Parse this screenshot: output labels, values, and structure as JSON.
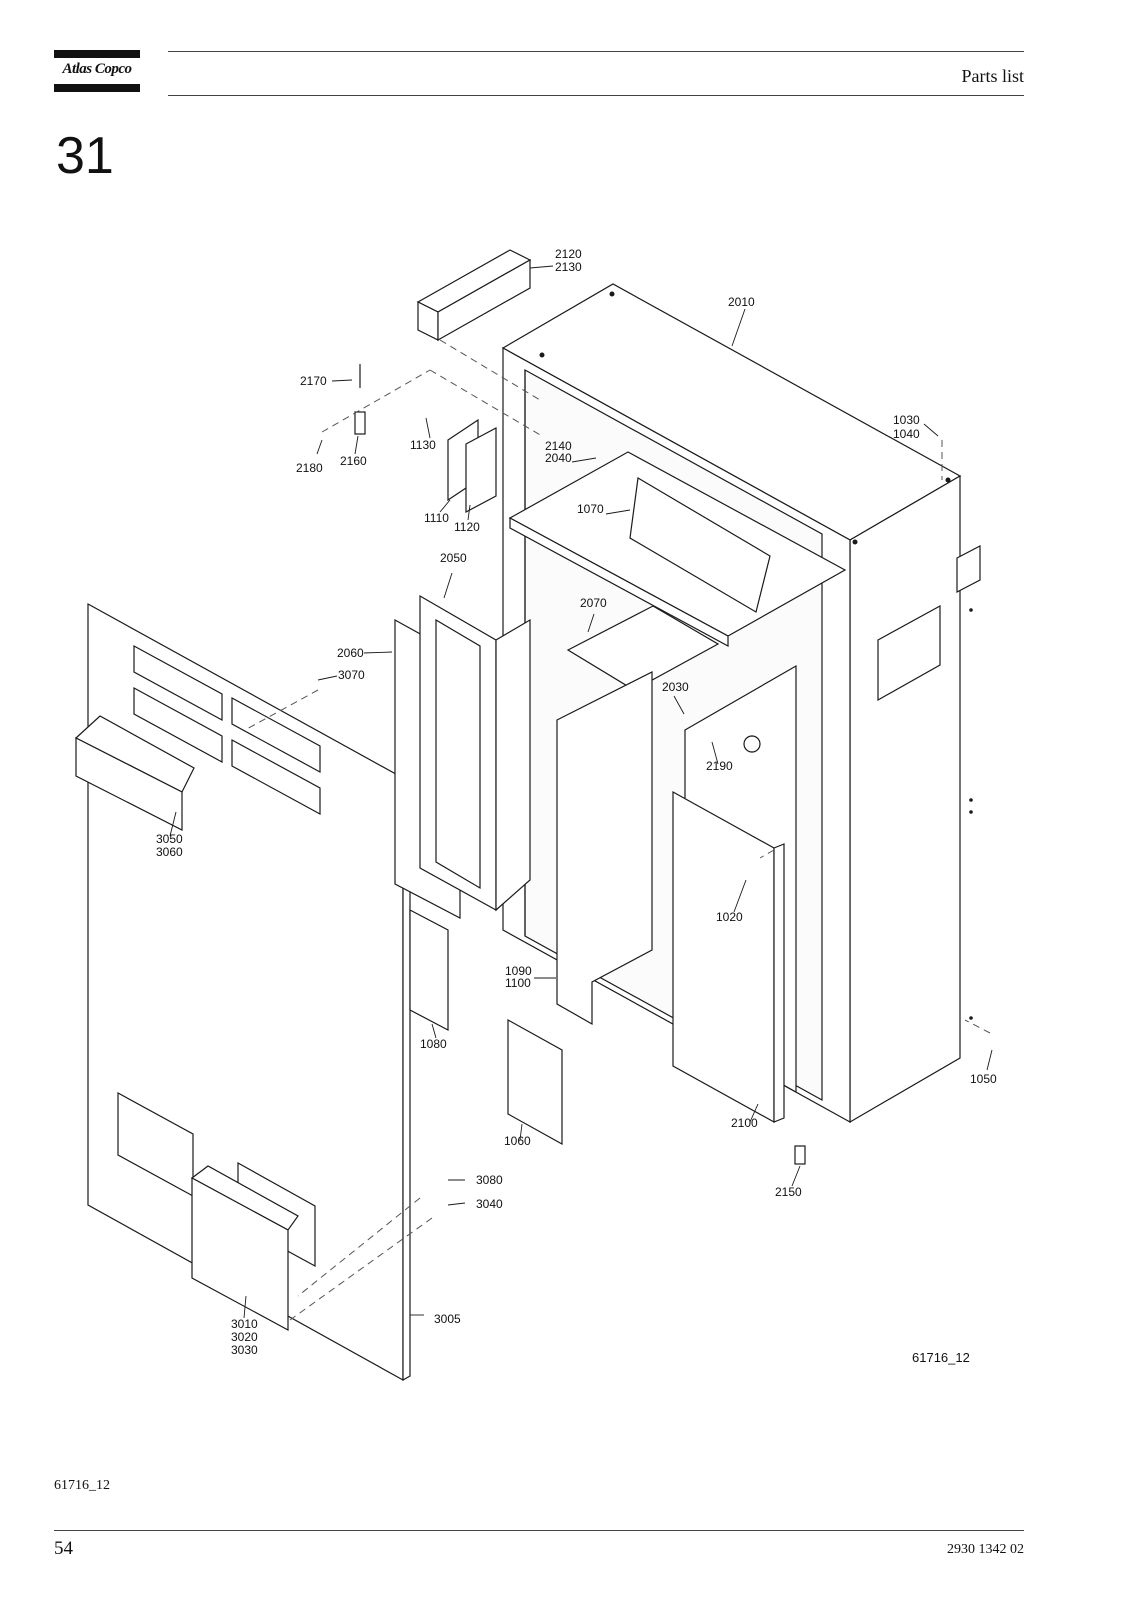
{
  "header": {
    "brand": "Atlas Copco",
    "section_title": "Parts list"
  },
  "chapter_number": "31",
  "figure": {
    "drawing_id": "61716_12",
    "callouts": [
      {
        "id": "c2120",
        "text": "2120\n2130"
      },
      {
        "id": "c2010",
        "text": "2010"
      },
      {
        "id": "c2170",
        "text": "2170"
      },
      {
        "id": "c2180",
        "text": "2180"
      },
      {
        "id": "c2160",
        "text": "2160"
      },
      {
        "id": "c1130",
        "text": "1130"
      },
      {
        "id": "c1110",
        "text": "1110"
      },
      {
        "id": "c1120",
        "text": "1120"
      },
      {
        "id": "c2140",
        "text": "2140\n2040"
      },
      {
        "id": "c1030",
        "text": "1030\n1040"
      },
      {
        "id": "c1070",
        "text": "1070"
      },
      {
        "id": "c2050",
        "text": "2050"
      },
      {
        "id": "c2060",
        "text": "2060"
      },
      {
        "id": "c3070",
        "text": "3070"
      },
      {
        "id": "c2070",
        "text": "2070"
      },
      {
        "id": "c2030",
        "text": "2030"
      },
      {
        "id": "c2190",
        "text": "2190"
      },
      {
        "id": "c3050",
        "text": "3050\n3060"
      },
      {
        "id": "c1020",
        "text": "1020"
      },
      {
        "id": "c1090",
        "text": "1090\n1100"
      },
      {
        "id": "c1080",
        "text": "1080"
      },
      {
        "id": "c1050",
        "text": "1050"
      },
      {
        "id": "c1060",
        "text": "1060"
      },
      {
        "id": "c2100",
        "text": "2100"
      },
      {
        "id": "c3080",
        "text": "3080"
      },
      {
        "id": "c3040",
        "text": "3040"
      },
      {
        "id": "c2150",
        "text": "2150"
      },
      {
        "id": "c3010",
        "text": "3010\n3020\n3030"
      },
      {
        "id": "c3005",
        "text": "3005"
      }
    ]
  },
  "footer": {
    "figure_ref": "61716_12",
    "page_number": "54",
    "document_number": "2930 1342 02"
  }
}
